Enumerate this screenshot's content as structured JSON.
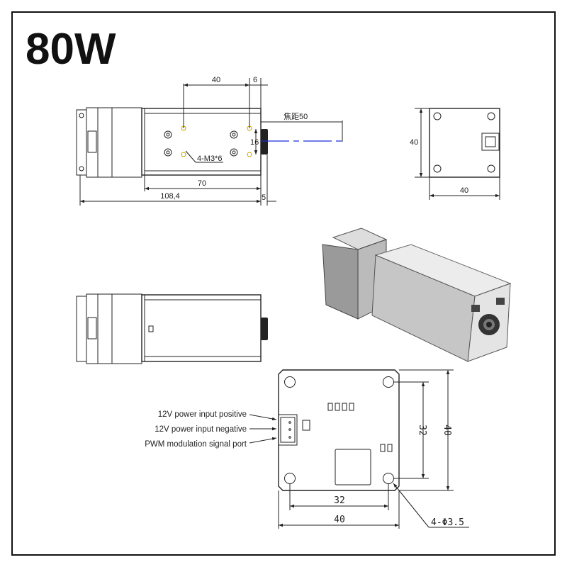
{
  "title": "80W",
  "side_view": {
    "dim_hole_spacing": "40",
    "dim_front_offset": "6",
    "focal_distance": "焦距50",
    "dim_hole_vertical": "16",
    "thread_callout": "4-M3*6",
    "dim_body_length": "70",
    "dim_total_length": "108,4",
    "dim_lens": "5"
  },
  "front_view": {
    "dim_height": "40",
    "dim_width": "40"
  },
  "pcb": {
    "pin_labels": [
      "12V power input positive",
      "12V power input negative",
      "PWM modulation signal port"
    ],
    "dim_hole_vertical": "32",
    "dim_board_vertical": "40",
    "dim_hole_horizontal": "32",
    "dim_board_horizontal": "40",
    "hole_callout": "4-Φ3.5"
  },
  "colors": {
    "beam": "#1a2ed6",
    "hole": "#c9a400"
  }
}
